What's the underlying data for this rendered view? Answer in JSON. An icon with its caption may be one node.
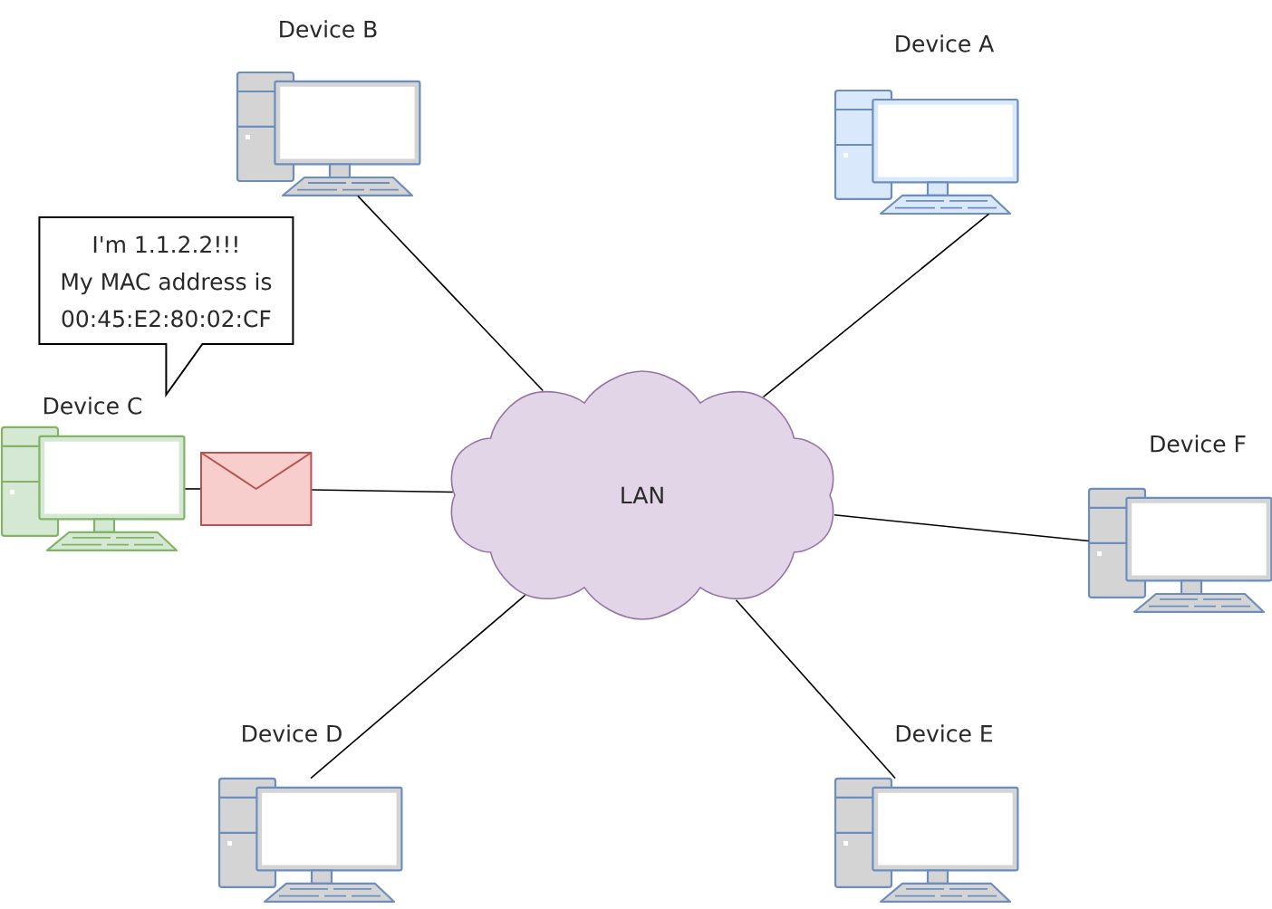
{
  "diagram": {
    "nodes": [
      {
        "text": [
          "Device B"
        ]
      },
      {
        "text": [
          "Device A"
        ]
      },
      {
        "text": [
          "I'm 1.1.2.2!!!",
          "My MAC address is 00:45:E2:80:02:CF"
        ]
      },
      {
        "text": [
          "Device C"
        ]
      },
      {
        "text": [],
        "shape": "envelope"
      },
      {
        "text": [
          "LAN"
        ]
      },
      {
        "text": [
          "Device F"
        ]
      },
      {
        "text": [
          "Device D"
        ]
      },
      {
        "text": [
          "Device E"
        ]
      }
    ],
    "edges": [
      {
        "from": 0,
        "to": 5,
        "arrow": "none"
      },
      {
        "from": 1,
        "to": 5,
        "arrow": "none"
      },
      {
        "from": 3,
        "to": 4,
        "arrow": "none"
      },
      {
        "from": 4,
        "to": 5,
        "arrow": "none"
      },
      {
        "from": 6,
        "to": 5,
        "arrow": "none"
      },
      {
        "from": 7,
        "to": 5,
        "arrow": "none"
      },
      {
        "from": 8,
        "to": 5,
        "arrow": "none"
      }
    ]
  }
}
